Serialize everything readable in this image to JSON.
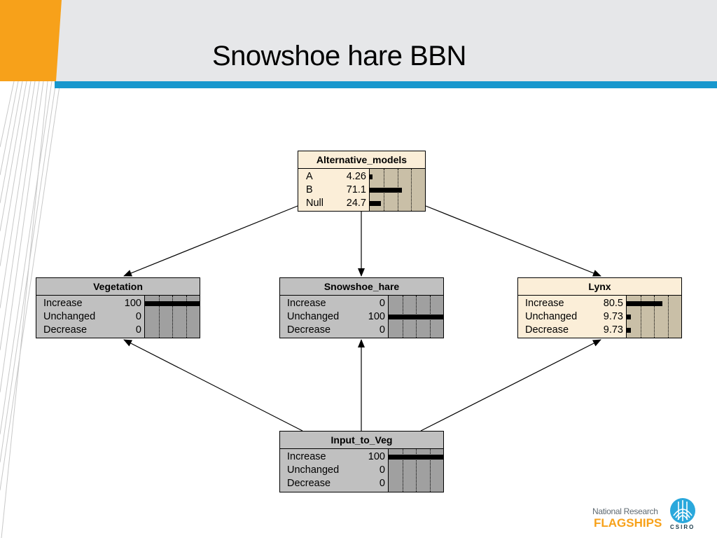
{
  "slide": {
    "title": "Snowshoe hare BBN"
  },
  "nodes": {
    "alternative_models": {
      "title": "Alternative_models",
      "states": [
        {
          "label": "A",
          "value": "4.26",
          "fraction": 0.0426
        },
        {
          "label": "B",
          "value": "71.1",
          "fraction": 0.711
        },
        {
          "label": "Null",
          "value": "24.7",
          "fraction": 0.247
        }
      ]
    },
    "vegetation": {
      "title": "Vegetation",
      "states": [
        {
          "label": "Increase",
          "value": "100",
          "fraction": 1.0
        },
        {
          "label": "Unchanged",
          "value": "0",
          "fraction": 0
        },
        {
          "label": "Decrease",
          "value": "0",
          "fraction": 0
        }
      ]
    },
    "snowshoe_hare": {
      "title": "Snowshoe_hare",
      "states": [
        {
          "label": "Increase",
          "value": "0",
          "fraction": 0
        },
        {
          "label": "Unchanged",
          "value": "100",
          "fraction": 1.0
        },
        {
          "label": "Decrease",
          "value": "0",
          "fraction": 0
        }
      ]
    },
    "lynx": {
      "title": "Lynx",
      "states": [
        {
          "label": "Increase",
          "value": "80.5",
          "fraction": 0.805
        },
        {
          "label": "Unchanged",
          "value": "9.73",
          "fraction": 0.0973
        },
        {
          "label": "Decrease",
          "value": "9.73",
          "fraction": 0.0973
        }
      ]
    },
    "input_to_veg": {
      "title": "Input_to_Veg",
      "states": [
        {
          "label": "Increase",
          "value": "100",
          "fraction": 1.0
        },
        {
          "label": "Unchanged",
          "value": "0",
          "fraction": 0
        },
        {
          "label": "Decrease",
          "value": "0",
          "fraction": 0
        }
      ]
    }
  },
  "logo": {
    "line1": "National Research",
    "line2": "FLAGSHIPS",
    "org": "CSIRO"
  },
  "colors": {
    "accent_blue": "#1797cd",
    "accent_orange": "#f7a11a",
    "node_gray": "#c0c0c0",
    "node_beige": "#fbeed8"
  }
}
